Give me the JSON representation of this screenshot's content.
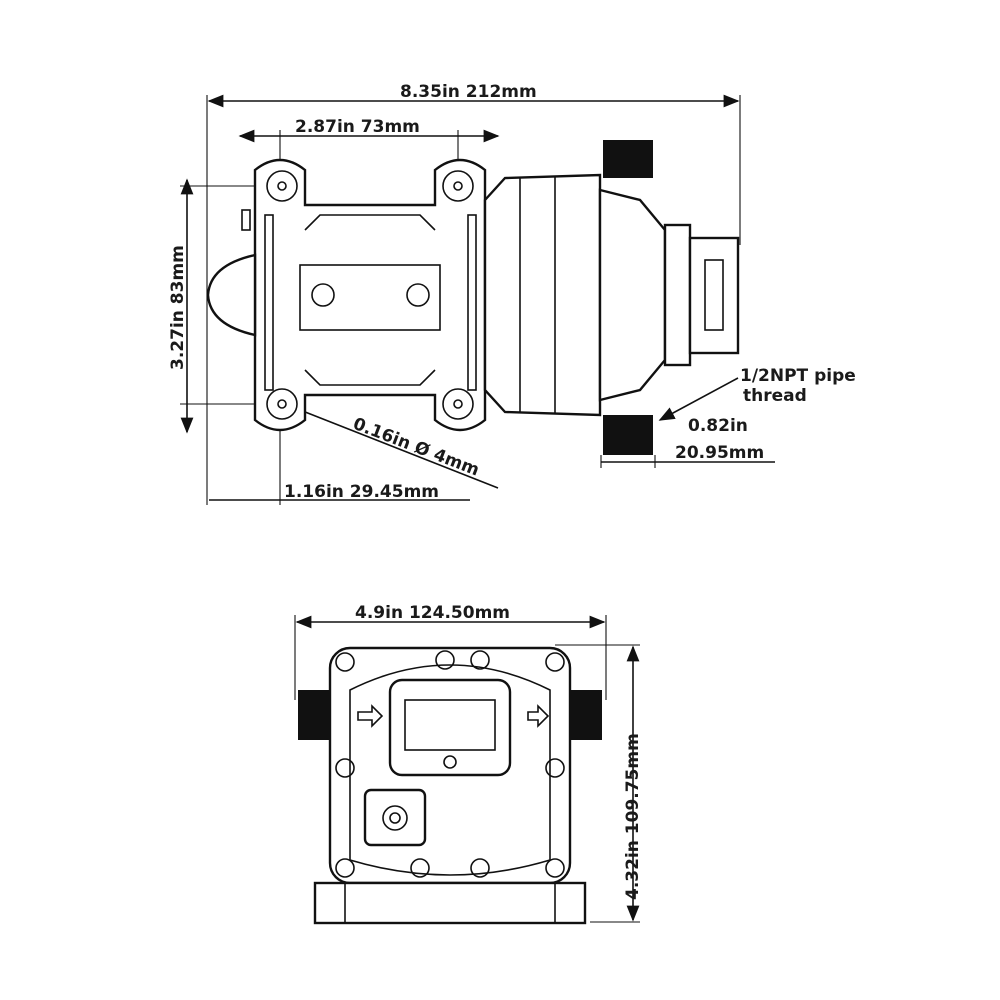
{
  "top_view": {
    "overall_length": "8.35in  212mm",
    "mount_spacing_x": "2.87in  73mm",
    "mount_spacing_y": "3.27in  83mm",
    "port_label_line1": "1/2NPT pipe",
    "port_label_line2": "thread",
    "port_size_in": "0.82in",
    "port_size_mm": "20.95mm",
    "hole_diameter": "0.16in  Ø 4mm",
    "hole_offset": "1.16in  29.45mm"
  },
  "front_view": {
    "width": "4.9in 124.50mm",
    "height": "4.32in  109.75mm"
  }
}
